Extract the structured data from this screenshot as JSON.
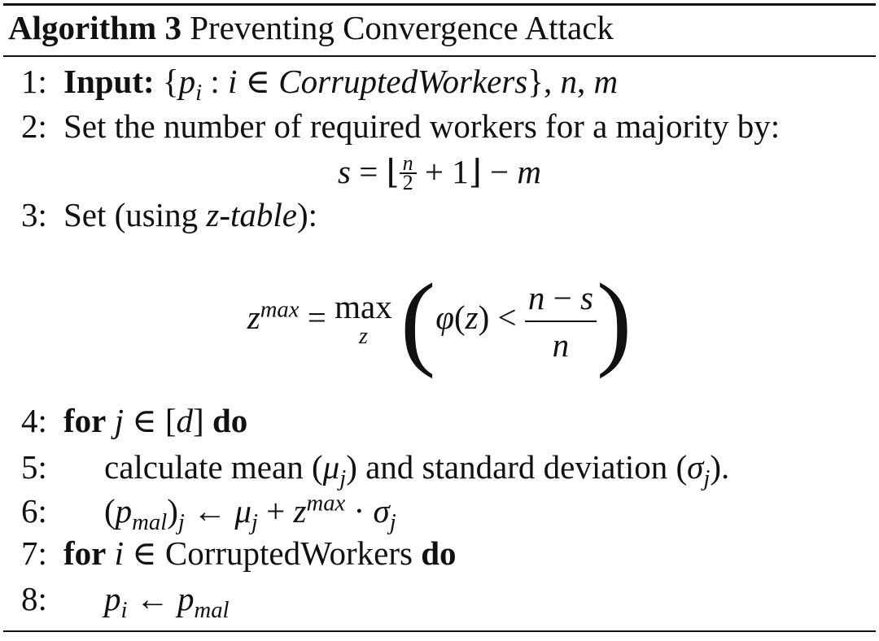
{
  "algorithm": {
    "label": "Algorithm 3",
    "name": "Preventing Convergence Attack"
  },
  "lines": [
    {
      "num": "1:",
      "keyword": "Input:",
      "text": "{p_i : i ∈ CorruptedWorkers}, n, m"
    },
    {
      "num": "2:",
      "text": "Set the number of required workers for a majority by:",
      "equation": "s = ⌊n/2 + 1⌋ − m"
    },
    {
      "num": "3:",
      "text_prefix": "Set (using ",
      "text_italic": "z-table",
      "text_suffix": "):",
      "equation": "z^max = max_z ( φ(z) < (n − s)/n )"
    },
    {
      "num": "4:",
      "keyword": "for",
      "expr": "j ∈ [d]",
      "keyword_end": "do"
    },
    {
      "num": "5:",
      "text_prefix": "calculate mean (",
      "sym1": "μ",
      "sub1": "j",
      "text_mid": ") and standard deviation (",
      "sym2": "σ",
      "sub2": "j",
      "text_suffix": ")."
    },
    {
      "num": "6:",
      "expr": "(p_mal)_j ← μ_j + z^max · σ_j"
    },
    {
      "num": "7:",
      "keyword": "for",
      "var": "i",
      "op": "∈",
      "text": "CorruptedWorkers",
      "keyword_end": "do"
    },
    {
      "num": "8:",
      "expr": "p_i ← p_mal"
    }
  ],
  "symbols": {
    "p": "p",
    "i": "i",
    "n": "n",
    "m": "m",
    "s": "s",
    "z": "z",
    "j": "j",
    "d": "d",
    "max": "max",
    "mal": "mal",
    "phi": "φ",
    "in": "∈",
    "arrow": "←",
    "minus": "−",
    "plus": "+",
    "cdot": "·",
    "lt": "<",
    "eq": "=",
    "one": "1",
    "two": "2",
    "lfloor": "⌊",
    "rfloor": "⌋",
    "corrupted_italic": "CorruptedWorkers"
  }
}
